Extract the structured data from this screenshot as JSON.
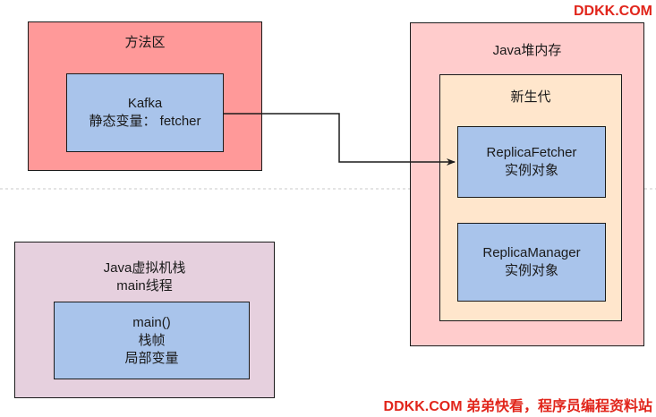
{
  "watermark": {
    "top": "DDKK.COM",
    "bottom": "DDKK.COM 弟弟快看，程序员编程资料站"
  },
  "method_area": {
    "title": "方法区",
    "kafka_box": {
      "line1": "Kafka",
      "line2": "静态变量： fetcher"
    }
  },
  "java_heap": {
    "title": "Java堆内存",
    "young_gen": {
      "title": "新生代",
      "replica_fetcher": {
        "line1": "ReplicaFetcher",
        "line2": "实例对象"
      },
      "replica_manager": {
        "line1": "ReplicaManager",
        "line2": "实例对象"
      }
    }
  },
  "jvm_stack": {
    "title_line1": "Java虚拟机栈",
    "title_line2": "main线程",
    "frame": {
      "line1": "main()",
      "line2": "栈帧",
      "line3": "局部变量"
    }
  },
  "colors": {
    "method_area_fill": "#ff9999",
    "heap_fill": "#ffcccc",
    "young_gen_fill": "#ffe6cc",
    "object_fill": "#a9c4eb",
    "stack_fill": "#e6d0de",
    "watermark": "#e1251b"
  }
}
